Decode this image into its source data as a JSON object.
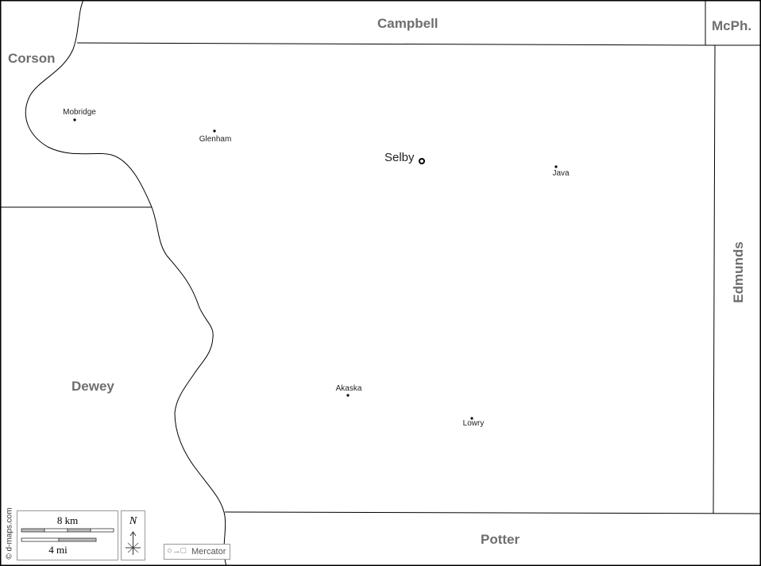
{
  "regions": {
    "campbell": "Campbell",
    "mcpherson": "McPh.",
    "corson": "Corson",
    "dewey": "Dewey",
    "edmunds": "Edmunds",
    "potter": "Potter"
  },
  "towns": {
    "mobridge": "Mobridge",
    "glenham": "Glenham",
    "selby": "Selby",
    "java": "Java",
    "akaska": "Akaska",
    "lowry": "Lowry"
  },
  "scale": {
    "km": "8 km",
    "mi": "4 mi"
  },
  "compass": {
    "north": "N"
  },
  "projection": {
    "label": "Mercator",
    "symbol": "○→□"
  },
  "credit": "© d-maps.com"
}
